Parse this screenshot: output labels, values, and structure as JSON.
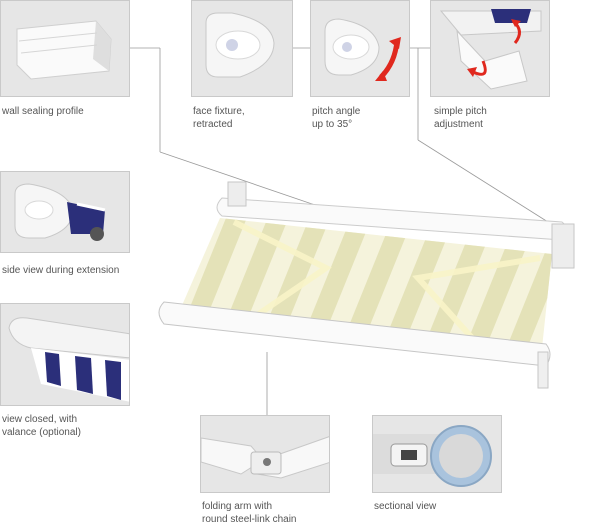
{
  "captions": {
    "wall_sealing": "wall sealing profile",
    "face_fixture": "face fixture,\nretracted",
    "pitch_angle": "pitch angle\nup to 35°",
    "pitch_adjust": "simple pitch\nadjustment",
    "side_view": "side view during extension",
    "view_closed": "view closed, with\nvalance (optional)",
    "folding_arm": "folding arm with\nround steel-link chain",
    "sectional": "sectional view"
  },
  "colors": {
    "thumb_bg": "#e6e6e6",
    "navy": "#2b2f7a",
    "arrow_red": "#e0281e",
    "fabric_light": "#f5f3dc",
    "fabric_stripe": "#e4e2b8"
  }
}
